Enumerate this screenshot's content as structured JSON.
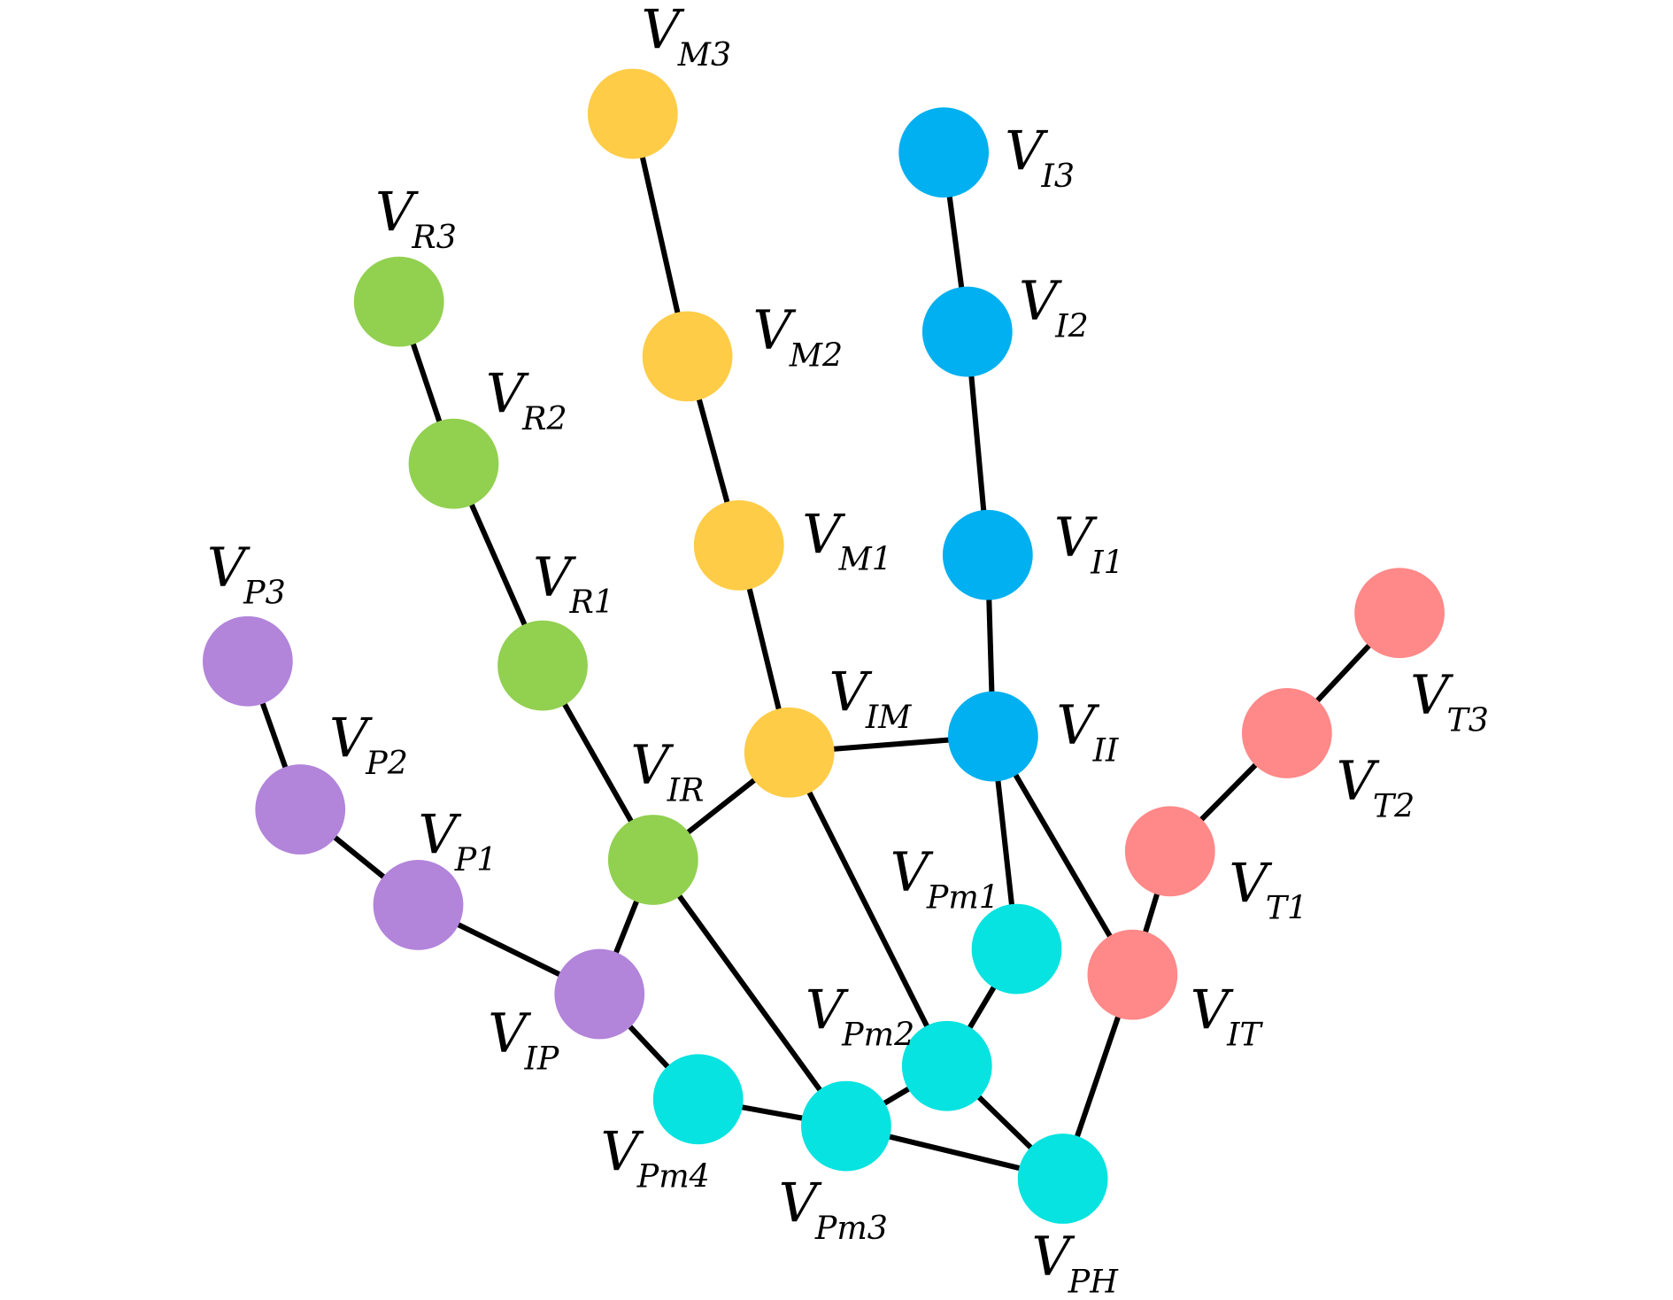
{
  "title": "Hand skeleton graph",
  "colors": {
    "middle": "#FECC47",
    "index": "#00B0F0",
    "ring": "#92D050",
    "pinky": "#B284DA",
    "thumb": "#FF8888",
    "palm": "#07E3E0",
    "edge": "#000000"
  },
  "nodes": [
    {
      "id": "M3",
      "main": "V",
      "sub": "M3",
      "group": "middle"
    },
    {
      "id": "M2",
      "main": "V",
      "sub": "M2",
      "group": "middle"
    },
    {
      "id": "M1",
      "main": "V",
      "sub": "M1",
      "group": "middle"
    },
    {
      "id": "IM",
      "main": "V",
      "sub": "IM",
      "group": "middle"
    },
    {
      "id": "I3",
      "main": "V",
      "sub": "I3",
      "group": "index"
    },
    {
      "id": "I2",
      "main": "V",
      "sub": "I2",
      "group": "index"
    },
    {
      "id": "I1",
      "main": "V",
      "sub": "I1",
      "group": "index"
    },
    {
      "id": "II",
      "main": "V",
      "sub": "II",
      "group": "index"
    },
    {
      "id": "R3",
      "main": "V",
      "sub": "R3",
      "group": "ring"
    },
    {
      "id": "R2",
      "main": "V",
      "sub": "R2",
      "group": "ring"
    },
    {
      "id": "R1",
      "main": "V",
      "sub": "R1",
      "group": "ring"
    },
    {
      "id": "IR",
      "main": "V",
      "sub": "IR",
      "group": "ring"
    },
    {
      "id": "P3",
      "main": "V",
      "sub": "P3",
      "group": "pinky"
    },
    {
      "id": "P2",
      "main": "V",
      "sub": "P2",
      "group": "pinky"
    },
    {
      "id": "P1",
      "main": "V",
      "sub": "P1",
      "group": "pinky"
    },
    {
      "id": "IP",
      "main": "V",
      "sub": "IP",
      "group": "pinky"
    },
    {
      "id": "T3",
      "main": "V",
      "sub": "T3",
      "group": "thumb"
    },
    {
      "id": "T2",
      "main": "V",
      "sub": "T2",
      "group": "thumb"
    },
    {
      "id": "T1",
      "main": "V",
      "sub": "T1",
      "group": "thumb"
    },
    {
      "id": "IT",
      "main": "V",
      "sub": "IT",
      "group": "thumb"
    },
    {
      "id": "Pm1",
      "main": "V",
      "sub": "Pm1",
      "group": "palm"
    },
    {
      "id": "Pm2",
      "main": "V",
      "sub": "Pm2",
      "group": "palm"
    },
    {
      "id": "Pm3",
      "main": "V",
      "sub": "Pm3",
      "group": "palm"
    },
    {
      "id": "Pm4",
      "main": "V",
      "sub": "Pm4",
      "group": "palm"
    },
    {
      "id": "PH",
      "main": "V",
      "sub": "PH",
      "group": "palm"
    }
  ],
  "edges": [
    [
      "M3",
      "M2"
    ],
    [
      "M2",
      "M1"
    ],
    [
      "M1",
      "IM"
    ],
    [
      "IM",
      "II"
    ],
    [
      "IM",
      "IR"
    ],
    [
      "IM",
      "Pm2"
    ],
    [
      "I3",
      "I2"
    ],
    [
      "I2",
      "I1"
    ],
    [
      "I1",
      "II"
    ],
    [
      "II",
      "Pm1"
    ],
    [
      "II",
      "IT"
    ],
    [
      "R3",
      "R2"
    ],
    [
      "R2",
      "R1"
    ],
    [
      "R1",
      "IR"
    ],
    [
      "IR",
      "IP"
    ],
    [
      "IR",
      "Pm3"
    ],
    [
      "P3",
      "P2"
    ],
    [
      "P2",
      "P1"
    ],
    [
      "P1",
      "IP"
    ],
    [
      "IP",
      "Pm4"
    ],
    [
      "T3",
      "T2"
    ],
    [
      "T2",
      "T1"
    ],
    [
      "T1",
      "IT"
    ],
    [
      "IT",
      "PH"
    ],
    [
      "Pm1",
      "Pm2"
    ],
    [
      "Pm2",
      "Pm3"
    ],
    [
      "Pm2",
      "PH"
    ],
    [
      "Pm3",
      "Pm4"
    ],
    [
      "Pm3",
      "PH"
    ]
  ]
}
